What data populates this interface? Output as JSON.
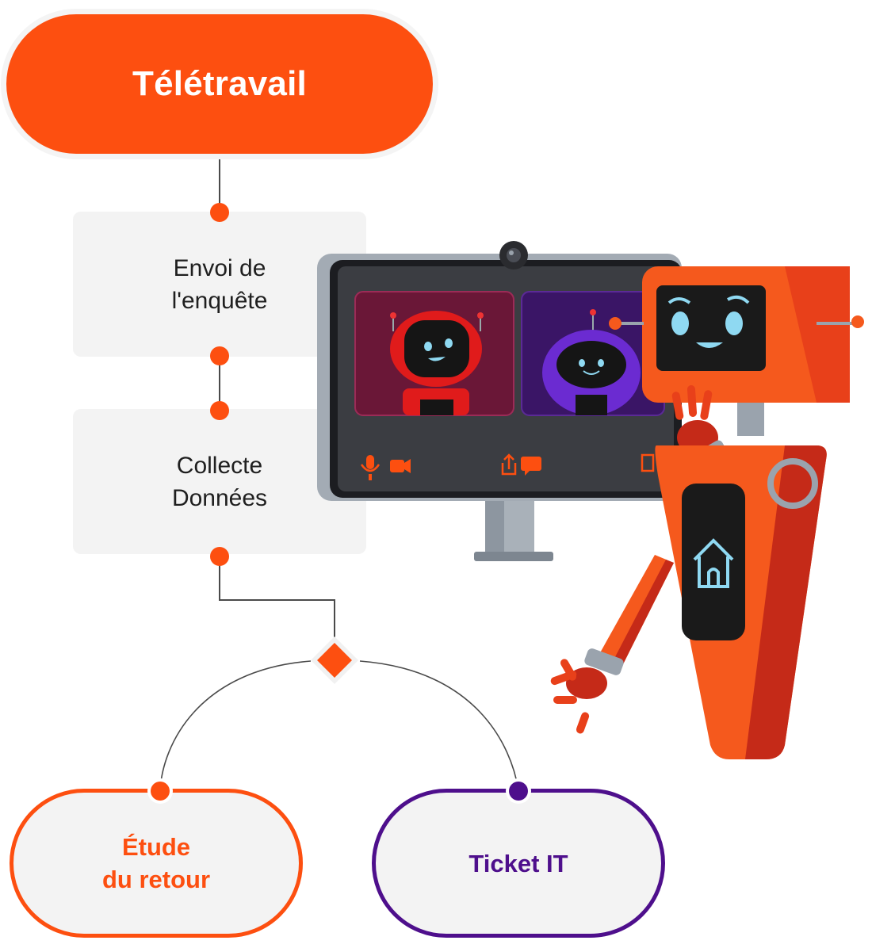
{
  "diagram": {
    "root": {
      "label": "Télétravail"
    },
    "steps": [
      {
        "label": "Envoi de\nl'enquête"
      },
      {
        "label": "Collecte\nDonnées"
      }
    ],
    "outcomes": [
      {
        "label": "Étude\ndu retour",
        "color": "#fd4f10"
      },
      {
        "label": "Ticket IT",
        "color": "#4e0f8c"
      }
    ]
  },
  "colors": {
    "accent": "#fd4f10",
    "purple": "#4e0f8c",
    "box_bg": "#f3f3f3",
    "line": "#4a4a4a"
  },
  "illustration": {
    "icons": [
      "webcam-icon",
      "microphone-icon",
      "video-camera-icon",
      "share-icon",
      "chat-icon",
      "exit-icon",
      "house-icon"
    ]
  }
}
